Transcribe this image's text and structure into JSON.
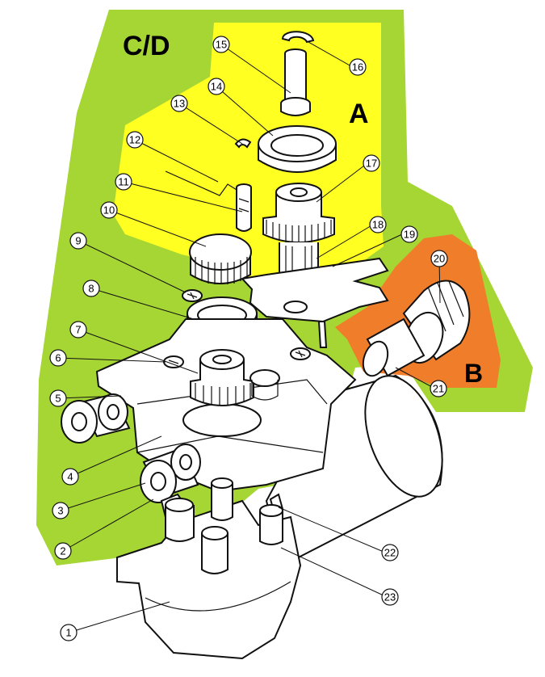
{
  "zones": {
    "cd": {
      "label": "C/D",
      "color": "#a6d633"
    },
    "a": {
      "label": "A",
      "color": "#ffff22"
    },
    "b": {
      "label": "B",
      "color": "#ef7d2a"
    }
  },
  "callouts": [
    "1",
    "2",
    "3",
    "4",
    "5",
    "6",
    "7",
    "8",
    "9",
    "10",
    "11",
    "12",
    "13",
    "14",
    "15",
    "16",
    "17",
    "18",
    "19",
    "20",
    "21",
    "22",
    "23"
  ]
}
